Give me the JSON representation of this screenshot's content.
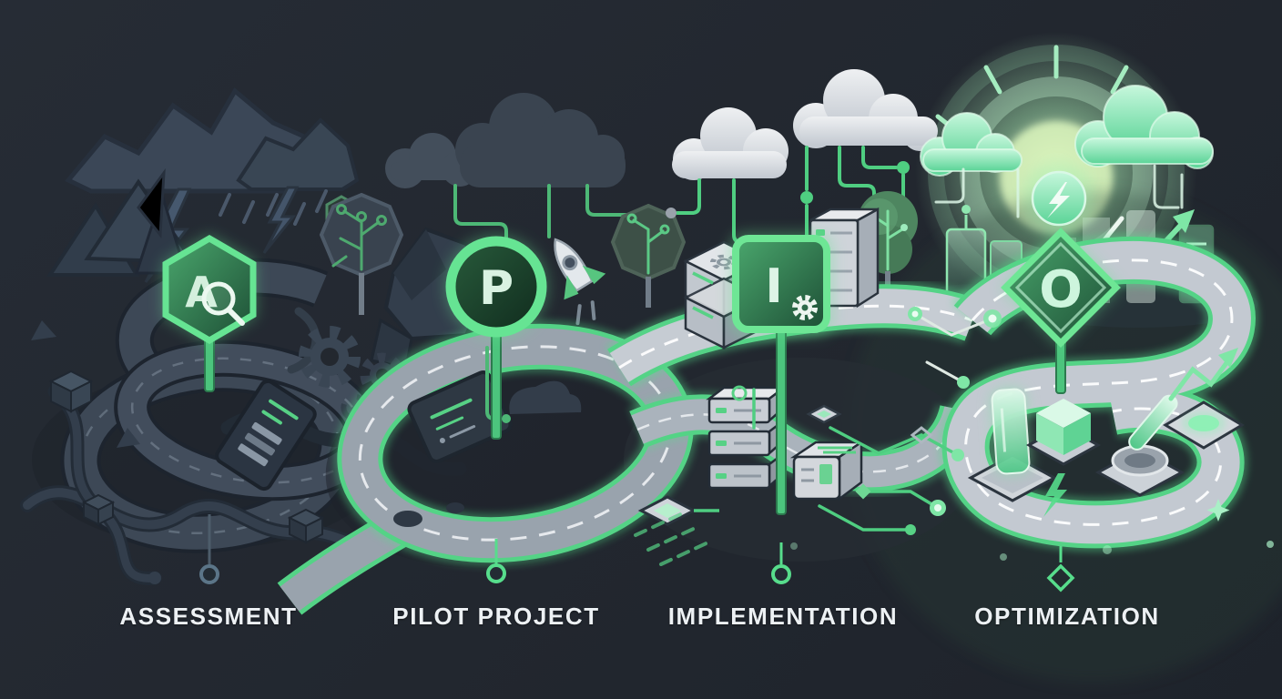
{
  "title": "AI adoption roadmap illustration",
  "stages": [
    {
      "id": "assessment",
      "label": "ASSESSMENT",
      "badge_letter": "A",
      "badge_shape": "hexagon",
      "badge_icon": "magnifier-icon",
      "marker_shape": "circle",
      "theme": "storm-clouds, lightning, tangled dark roads, cables, debris"
    },
    {
      "id": "pilot-project",
      "label": "PILOT PROJECT",
      "badge_letter": "P",
      "badge_shape": "circle",
      "badge_icon": "",
      "marker_shape": "circle",
      "theme": "circuit cloud, circuit trees, gears, rocket, glowing loop road"
    },
    {
      "id": "implementation",
      "label": "IMPLEMENTATION",
      "badge_letter": "I",
      "badge_shape": "rounded-square",
      "badge_icon": "gear-icon",
      "marker_shape": "circle",
      "theme": "data clouds wired to server racks, circuit nodes on ground"
    },
    {
      "id": "optimization",
      "label": "OPTIMIZATION",
      "badge_letter": "O",
      "badge_shape": "diamond",
      "badge_icon": "ring-icon",
      "marker_shape": "diamond",
      "theme": "glowing sun, green clouds, energy bolt, city skyline, growth arrow, crystals"
    }
  ],
  "colors": {
    "background": "#22272F",
    "accent_green": "#57DD8C",
    "accent_green_dark": "#2E8F5B",
    "mint": "#BDF3D3",
    "road_surface_light": "#C6CCD3",
    "road_surface_mid": "#9AA3AD",
    "tangle_road": "#3D4856",
    "storm_cloud": "#3B4757",
    "gray_cloud": "#D6DADF",
    "green_cloud": "#8BE7B2",
    "label_text": "#EDF1F4"
  },
  "scene_icons": {
    "assessment": [
      "storm-cloud-icon",
      "lightning-icon",
      "rain-icon",
      "broken-mountain-icon",
      "tangled-road-icon",
      "cable-icon",
      "debris-cube-icon",
      "fallen-server-icon",
      "hex-check-icon"
    ],
    "pilot": [
      "cloud-circuit-icon",
      "circuit-tree-icon",
      "boulder-icon",
      "gear-icon",
      "rocket-icon",
      "loop-road-icon",
      "sign-board-icon"
    ],
    "implementation": [
      "data-cloud-icon",
      "circuit-line-icon",
      "server-rack-icon",
      "server-stack-icon",
      "circuit-node-icon",
      "chip-icon",
      "tree-icon"
    ],
    "optimization": [
      "sun-icon",
      "green-cloud-icon",
      "energy-bolt-icon",
      "city-building-icon",
      "chart-arrow-icon",
      "crystal-icon",
      "cube-icon",
      "pestle-icon",
      "platform-icon",
      "sparkle-icon"
    ]
  }
}
